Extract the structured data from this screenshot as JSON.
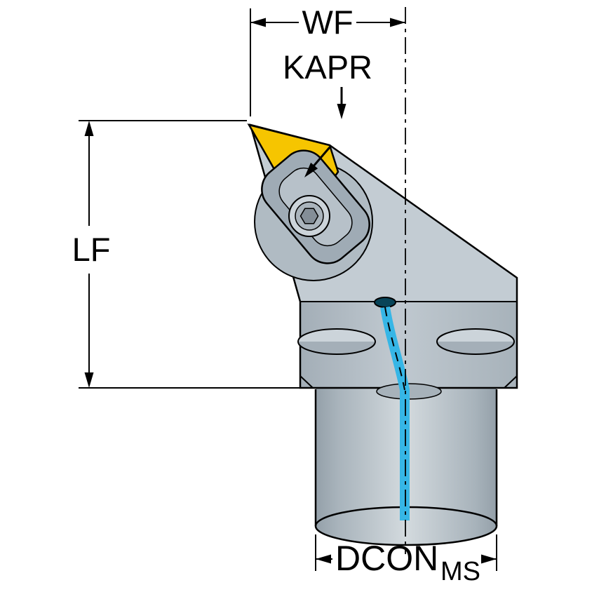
{
  "diagram": {
    "labels": {
      "wf": "WF",
      "kapr": "KAPR",
      "lf": "LF",
      "dcon": "DCON",
      "dcon_subscript": "MS"
    },
    "colors": {
      "background": "#ffffff",
      "outline": "#000000",
      "body_upper": "#c3ccd3",
      "body_flange": "#b2bcc4",
      "shank_mid": "#d3dade",
      "shank_edge": "#94a0a9",
      "insert": "#f6c500",
      "coolant": "#36b6e6",
      "clamp": "#9fabb5",
      "screw": "#ccd4da"
    }
  }
}
